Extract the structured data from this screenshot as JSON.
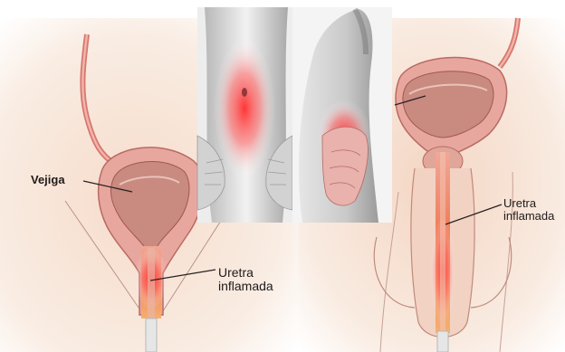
{
  "labels": {
    "bladder": "Vejiga",
    "urethra_left_line1": "Uretra",
    "urethra_left_line2": "inflamada",
    "urethra_right_line1": "Uretra",
    "urethra_right_line2": "inflamada"
  },
  "colors": {
    "background_warm": "#f7e3d3",
    "tissue": "#e8a29a",
    "tissue_dark": "#c7655c",
    "inflammation": "#e33a2f",
    "skin": "#d9d9d9",
    "leader_line": "#2a2222"
  },
  "icons": {
    "female_panel": "female-urinary-anatomy",
    "abdomen_photo": "abdominal-pain-photo",
    "side_photo": "flank-pain-photo",
    "male_panel": "male-urinary-anatomy"
  }
}
